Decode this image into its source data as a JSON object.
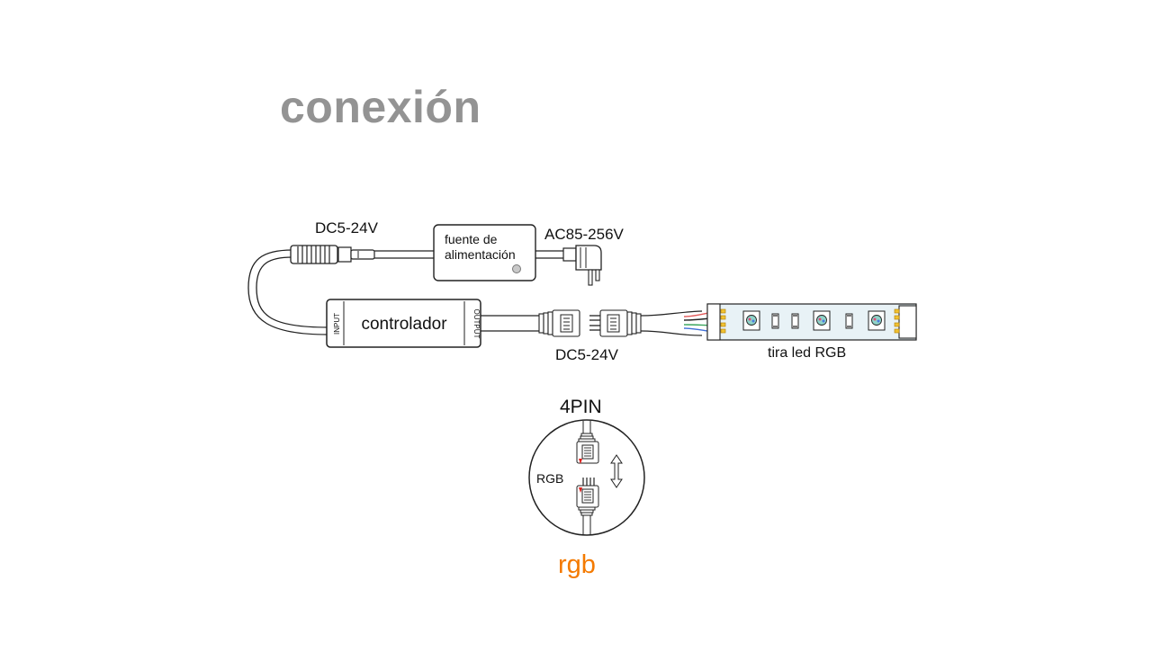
{
  "title": "conexión",
  "labels": {
    "dc_input": "DC5-24V",
    "power_supply_line1": "fuente de",
    "power_supply_line2": "alimentación",
    "ac_input": "AC85-256V",
    "controller": "controlador",
    "input_port": "INPUT",
    "output_port": "OUTPUT",
    "dc_output": "DC5-24V",
    "strip": "tira led RGB",
    "pin_count": "4PIN",
    "connector_type": "RGB",
    "mode": "rgb"
  },
  "colors": {
    "title": "#939393",
    "line": "#222222",
    "mode_text": "#f47a00",
    "pin_marker": "#e0201c",
    "strip_fill": "#e8f2f6",
    "strip_pads": "#f1c232"
  },
  "icons": [
    "dc-jack-icon",
    "power-plug-icon",
    "four-pin-connector-icon",
    "double-arrow-icon",
    "led-chip-icon"
  ]
}
